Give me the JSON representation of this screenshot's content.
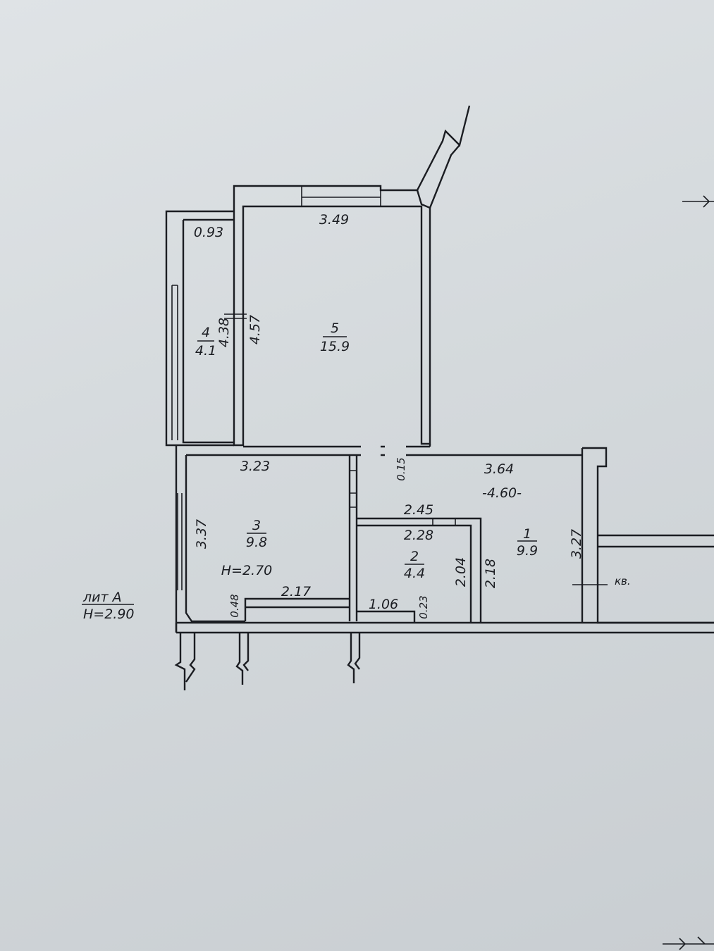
{
  "rooms": [
    {
      "number": "5",
      "area": "15.9"
    },
    {
      "number": "4",
      "area": "4.1"
    },
    {
      "number": "3",
      "area": "9.8"
    },
    {
      "number": "2",
      "area": "4.4"
    },
    {
      "number": "1",
      "area": "9.9"
    }
  ],
  "dimensions": {
    "room5_width": "3.49",
    "room5_height": "4.57",
    "room4_width": "0.93",
    "room4_height": "4.38",
    "room3_width": "3.23",
    "room3_height": "3.37",
    "room3_ceiling": "H=2.70",
    "room3_bottom": "2.17",
    "room3_niche": "0.48",
    "opening": "0.15",
    "room1_width": "3.64",
    "room1_length": "-4.60-",
    "room1_height": "3.27",
    "room2_top": "2.45",
    "room2_inner": "2.28",
    "room2_height": "2.04",
    "room2_height_outer": "2.18",
    "room2_bottom": "1.06",
    "room2_niche": "0.23"
  },
  "building": {
    "letter": "лит А",
    "height": "H=2.90"
  },
  "neighbor_label": "кв."
}
